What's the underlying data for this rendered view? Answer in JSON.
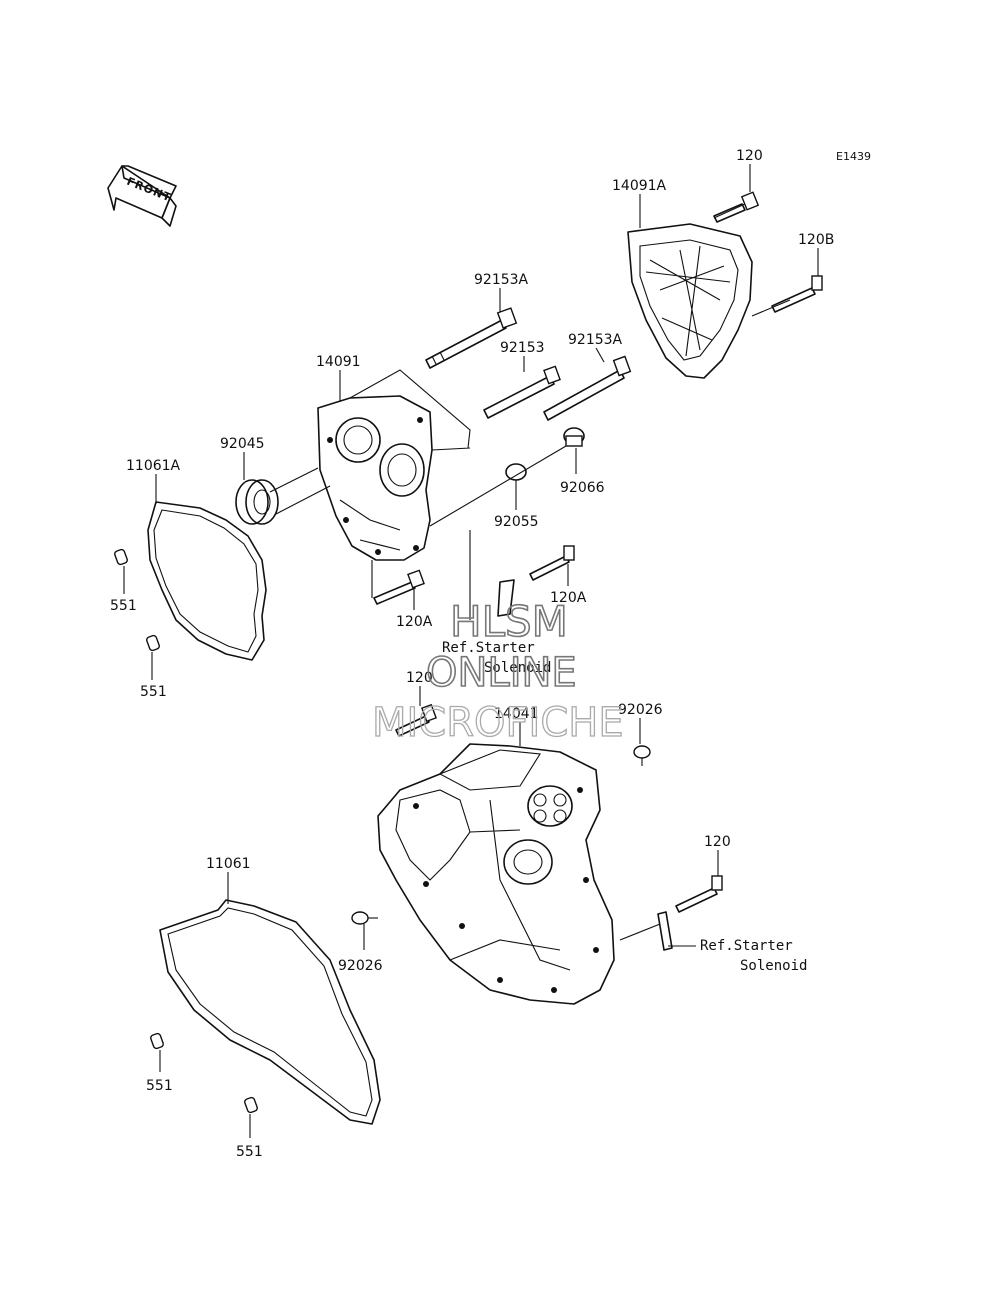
{
  "diagram_code": "E1439",
  "front_arrow_label": "FRONT",
  "labels": {
    "l_120_top": "120",
    "l_14091A": "14091A",
    "l_120B": "120B",
    "l_92153A_1": "92153A",
    "l_92153": "92153",
    "l_92153A_2": "92153A",
    "l_14091": "14091",
    "l_92045": "92045",
    "l_11061A": "11061A",
    "l_92066": "92066",
    "l_92055": "92055",
    "l_551_1": "551",
    "l_551_2": "551",
    "l_120A_1": "120A",
    "l_120A_2": "120A",
    "l_120_mid": "120",
    "l_14041": "14041",
    "l_92026_1": "92026",
    "l_11061": "11061",
    "l_92026_2": "92026",
    "l_120_low": "120",
    "l_551_3": "551",
    "l_551_4": "551"
  },
  "references": {
    "ref1_line1": "Ref.Starter",
    "ref1_line2": "Solenoid",
    "ref2_line1": "Ref.Starter",
    "ref2_line2": "Solenoid"
  },
  "watermark": {
    "line1": "HLSM",
    "line2": "ONLINE",
    "line3": "MICROFICHE"
  }
}
